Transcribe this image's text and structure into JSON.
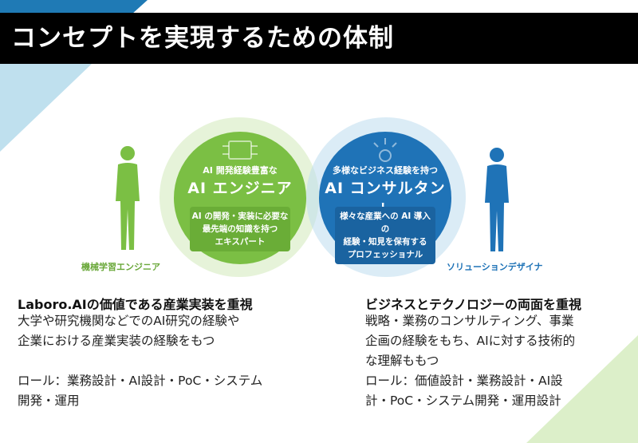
{
  "title": "コンセプトを実現するための体制",
  "colors": {
    "engineer_green": "#7bbf44",
    "consultant_blue": "#1f73b7",
    "title_bg": "#000000",
    "accent_blue": "#1f7ab5",
    "light_blue": "#bfe0ee",
    "light_green": "#dcefc9"
  },
  "engineer_circle": {
    "sub": "AI 開発経験豊富な",
    "main": "AI エンジニア",
    "desc": "AI の開発・実装に必要な\n最先端の知識を持つ\nエキスパート"
  },
  "consultant_circle": {
    "sub": "多様なビジネス経験を持つ",
    "main": "AI コンサルタント",
    "desc": "様々な産業への AI 導入の\n経験・知見を保有する\nプロフェッショナル"
  },
  "labels": {
    "left_person": "機械学習エンジニア",
    "right_person": "ソリューションデザイナ"
  },
  "icons": {
    "left_person": "standing-person-icon",
    "right_person": "standing-person-icon",
    "engineer_badge": "chip-icon",
    "consultant_badge": "lightbulb-icon"
  },
  "left_section": {
    "heading": "Laboro.AIの価値である産業実装を重視",
    "body": "大学や研究機関などでのAI研究の経験や\n企業における産業実装の経験をもつ\n\nロール：業務設計・AI設計・PoC・システム\n開発・運用"
  },
  "right_section": {
    "heading": "ビジネスとテクノロジーの両面を重視",
    "body": "戦略・業務のコンサルティング、事業\n企画の経験をもち、AIに対する技術的\nな理解ももつ\nロール：価値設計・業務設計・AI設\n計・PoC・システム開発・運用設計"
  }
}
